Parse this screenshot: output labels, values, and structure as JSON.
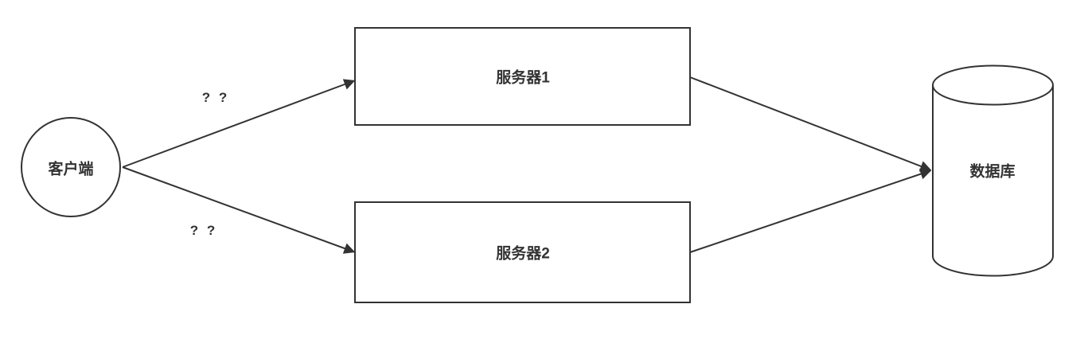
{
  "diagram": {
    "background": "#ffffff",
    "stroke_color": "#333333",
    "text_color": "#333333",
    "nodes": {
      "client": {
        "label": "客户端",
        "shape": "circle"
      },
      "server1": {
        "label": "服务器1",
        "shape": "rectangle"
      },
      "server2": {
        "label": "服务器2",
        "shape": "rectangle"
      },
      "database": {
        "label": "数据库",
        "shape": "cylinder"
      }
    },
    "edges": [
      {
        "from": "client",
        "to": "server1",
        "label": "? ?"
      },
      {
        "from": "client",
        "to": "server2",
        "label": "? ?"
      },
      {
        "from": "server1",
        "to": "database",
        "label": ""
      },
      {
        "from": "server2",
        "to": "database",
        "label": ""
      }
    ]
  }
}
